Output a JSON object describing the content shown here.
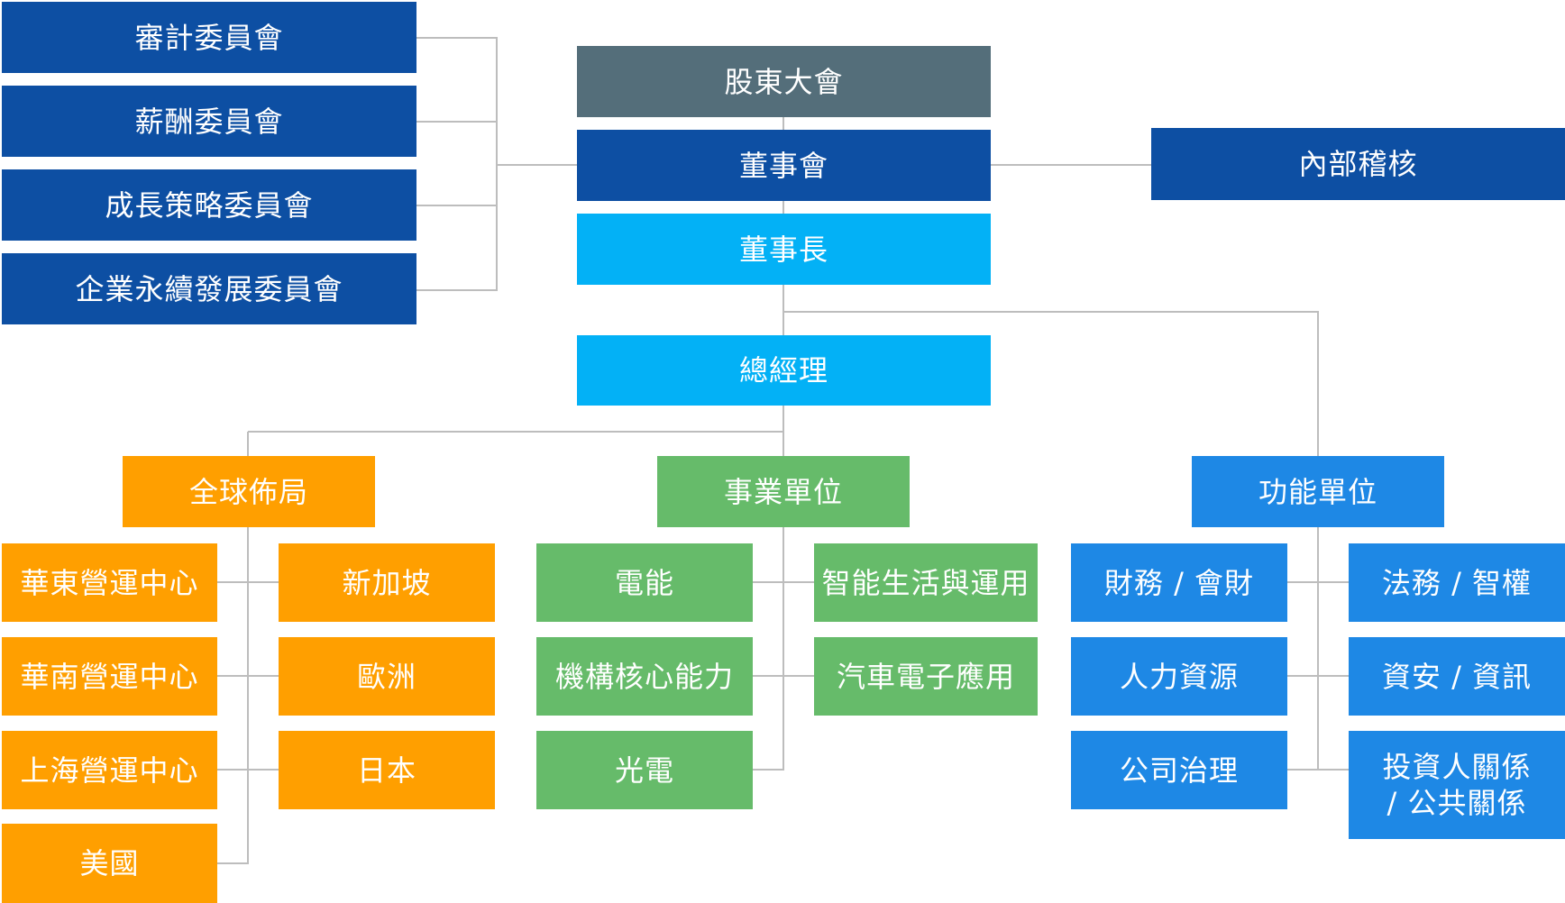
{
  "colors": {
    "shareholders": "#546E7A",
    "board": "#0D4FA3",
    "chairman": "#03B1F6",
    "global": "#FF9F00",
    "business": "#66BB6A",
    "functional": "#1E88E5",
    "connector": "#BDBDBD"
  },
  "committees": {
    "audit": "審計委員會",
    "remuneration": "薪酬委員會",
    "growth_strategy": "成長策略委員會",
    "sustainability": "企業永續發展委員會"
  },
  "governance": {
    "shareholders_meeting": "股東大會",
    "board_of_directors": "董事會",
    "chairman": "董事長",
    "internal_audit": "內部稽核",
    "president": "總經理"
  },
  "global_layout": {
    "title": "全球佈局",
    "east_china": "華東營運中心",
    "south_china": "華南營運中心",
    "shanghai": "上海營運中心",
    "usa": "美國",
    "singapore": "新加坡",
    "europe": "歐洲",
    "japan": "日本"
  },
  "business_units": {
    "title": "事業單位",
    "power": "電能",
    "mechanism": "機構核心能力",
    "optoelectronics": "光電",
    "smart_living": "智能生活與運用",
    "automotive": "汽車電子應用"
  },
  "functional_units": {
    "title": "功能單位",
    "finance": "財務 / 會財",
    "hr": "人力資源",
    "governance": "公司治理",
    "legal": "法務 / 智權",
    "infosec": "資安 / 資訊",
    "ir_line1": "投資人關係",
    "ir_line2": "/ 公共關係"
  }
}
